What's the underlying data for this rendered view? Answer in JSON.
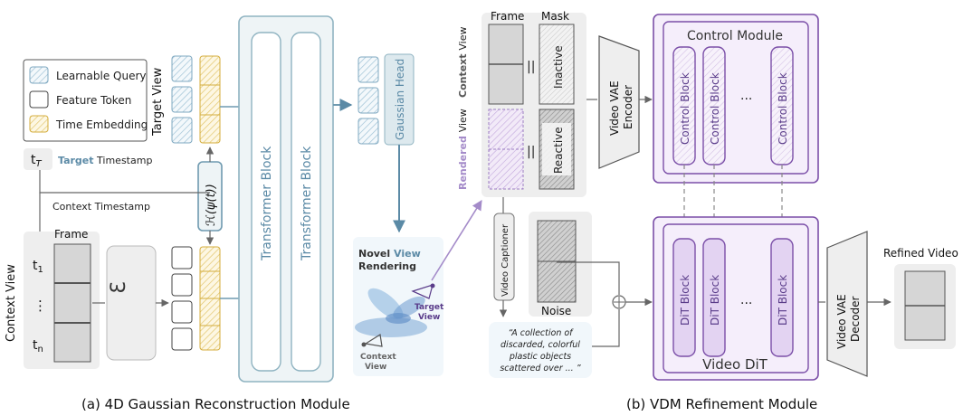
{
  "legend": {
    "learnable_query": "Learnable Query",
    "feature_token": "Feature Token",
    "time_embedding": "Time Embedding"
  },
  "left": {
    "target_view": "Target View",
    "context_view": "Context View",
    "target_timestamp_symbol": "t",
    "target_timestamp_sub": "T",
    "target_timestamp_word": "Target",
    "timestamp_word": "Timestamp",
    "context_timestamp": "Context Timestamp",
    "frame": "Frame",
    "t1": "t",
    "t1_sub": "1",
    "tn": "t",
    "tn_sub": "n",
    "dots": "⋮",
    "encoder_symbol": "Ɛ",
    "hpsi": "ℋ(ψ(t))",
    "transformer_block_1": "Transformer Block",
    "transformer_block_2": "Transformer Block",
    "gaussian_head": "Gaussian Head",
    "novel_view_1_a": "Novel",
    "novel_view_1_b": "View",
    "novel_view_2": "Rendering",
    "target_view_cam_1": "Target",
    "target_view_cam_2": "View",
    "context_view_cam_1": "Context",
    "context_view_cam_2": "View",
    "caption": "(a) 4D Gaussian Reconstruction Module"
  },
  "right": {
    "frame": "Frame",
    "mask": "Mask",
    "context_view_a": "Context",
    "context_view_b": "View",
    "rendered_view_a": "Rendered",
    "rendered_view_b": "View",
    "inactive": "Inactive",
    "reactive": "Reactive",
    "equals": "||",
    "vae_encoder_1": "Video VAE",
    "vae_encoder_2": "Encoder",
    "control_module": "Control Module",
    "control_block": "Control Block",
    "dots": "...",
    "video_captioner": "Video Captioner",
    "noise": "Noise",
    "quote": "“A collection of discarded, colorful plastic objects scattered over ... ”",
    "quote_l1": "“A collection of",
    "quote_l2": "discarded, colorful",
    "quote_l3": "plastic objects",
    "quote_l4": "scattered over ... ”",
    "dit_block": "DiT Block",
    "video_dit": "Video DiT",
    "vae_decoder_1": "Video VAE",
    "vae_decoder_2": "Decoder",
    "refined_video": "Refined Video",
    "caption": "(b) VDM Refinement Module"
  },
  "colors": {
    "teal_border": "#8fb3c1",
    "teal_fill": "#eef4f6",
    "accent_blue": "#5b8aa6",
    "purple": "#7b4fa8",
    "purple_fill": "#e8dbf3",
    "gold": "#d9b54a",
    "gray_panel": "#eeeeee"
  }
}
